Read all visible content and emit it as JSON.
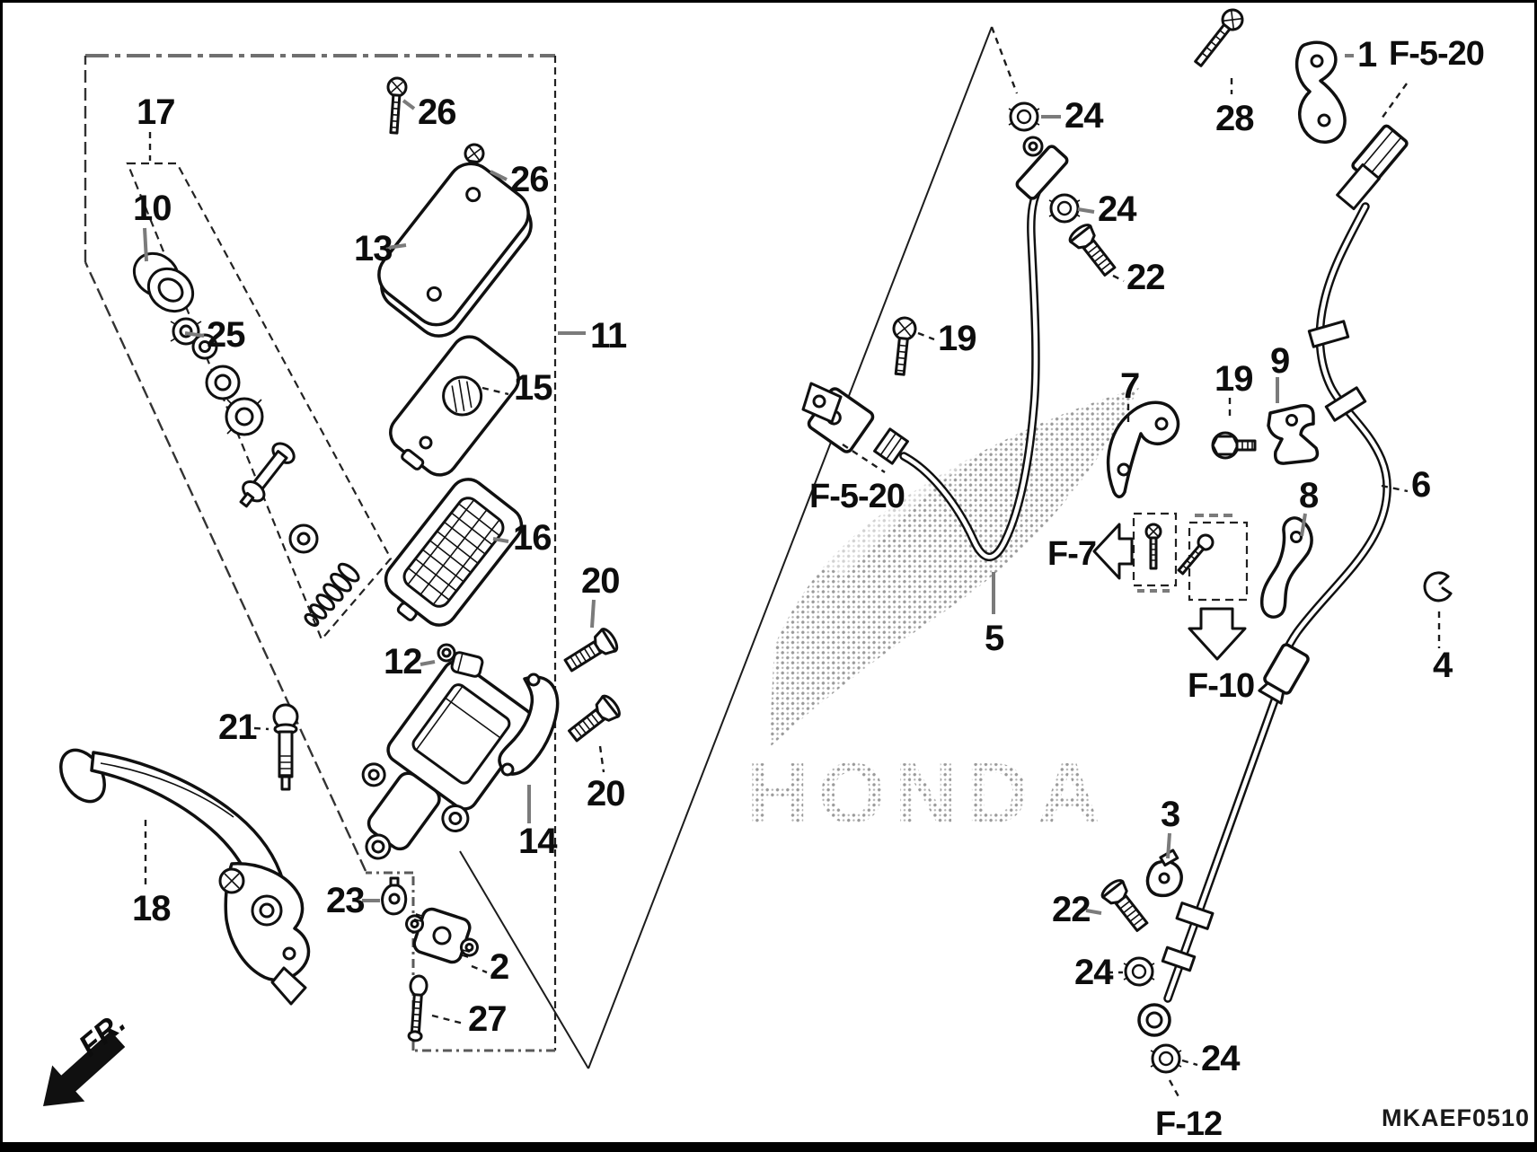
{
  "figure": {
    "code": "MKAEF0510",
    "watermark": "HONDA",
    "orientation_label": "FR."
  },
  "part_numbers": [
    "1",
    "2",
    "3",
    "4",
    "5",
    "6",
    "7",
    "8",
    "9",
    "10",
    "11",
    "12",
    "13",
    "14",
    "15",
    "16",
    "17",
    "18",
    "19",
    "20",
    "21",
    "22",
    "23",
    "24",
    "25",
    "26",
    "27",
    "28"
  ],
  "reference_codes": [
    "F-5-20",
    "F-7",
    "F-10",
    "F-12"
  ],
  "labels": {
    "p1": "1",
    "p2": "2",
    "p3": "3",
    "p4": "4",
    "p5": "5",
    "p6": "6",
    "p7": "7",
    "p8": "8",
    "p9": "9",
    "p10": "10",
    "p11": "11",
    "p12": "12",
    "p13": "13",
    "p14": "14",
    "p15": "15",
    "p16": "16",
    "p17": "17",
    "p18": "18",
    "p19": "19",
    "p20": "20",
    "p21": "21",
    "p22": "22",
    "p23": "23",
    "p24": "24",
    "p25": "25",
    "p26": "26",
    "p27": "27",
    "p28": "28",
    "f520": "F-5-20",
    "f7": "F-7",
    "f10": "F-10",
    "f12": "F-12",
    "fr": "FR.",
    "watermark": "HONDA",
    "code": "MKAEF0510"
  }
}
